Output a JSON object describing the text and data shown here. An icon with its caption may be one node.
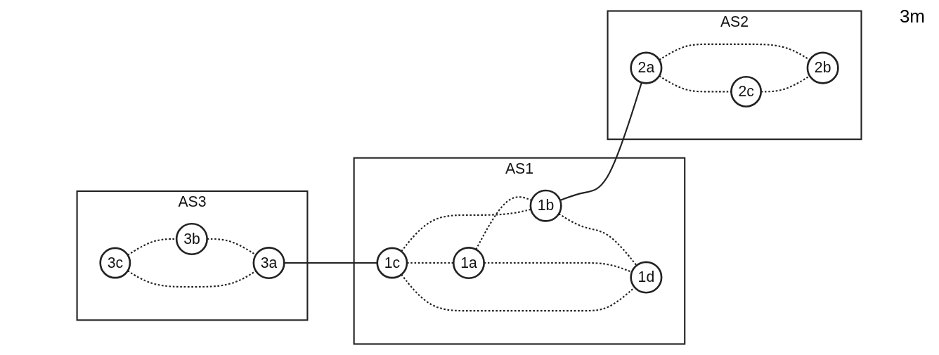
{
  "diagram": {
    "nodes": [
      {
        "text": [
          "AS3"
        ]
      },
      {
        "text": [
          "3c"
        ],
        "in": 0
      },
      {
        "text": [
          "3a"
        ],
        "in": 0
      },
      {
        "text": [
          "3b"
        ],
        "in": 0
      },
      {
        "text": [
          "AS1"
        ]
      },
      {
        "text": [
          "1c"
        ],
        "in": 4
      },
      {
        "text": [
          "1a"
        ],
        "in": 4
      },
      {
        "text": [
          "1b"
        ],
        "in": 4
      },
      {
        "text": [
          "1d"
        ],
        "in": 4
      },
      {
        "text": [
          "AS2"
        ]
      },
      {
        "text": [
          "2a"
        ],
        "in": 9
      },
      {
        "text": [
          "2c"
        ],
        "in": 9
      },
      {
        "text": [
          "2b"
        ],
        "in": 9
      }
    ],
    "edges": [
      {
        "from": 1,
        "to": 2,
        "arrow": "none",
        "style": "dashed"
      },
      {
        "from": 1,
        "to": 3,
        "arrow": "none",
        "style": "dashed"
      },
      {
        "from": 3,
        "to": 2,
        "arrow": "none",
        "style": "dashed"
      },
      {
        "from": 2,
        "to": 5,
        "arrow": "none"
      },
      {
        "from": 5,
        "to": 6,
        "arrow": "none",
        "style": "dashed"
      },
      {
        "from": 5,
        "to": 7,
        "arrow": "none",
        "style": "dashed"
      },
      {
        "from": 5,
        "to": 8,
        "arrow": "none",
        "style": "dashed"
      },
      {
        "from": 6,
        "to": 7,
        "arrow": "none",
        "style": "dashed"
      },
      {
        "from": 6,
        "to": 8,
        "arrow": "none",
        "style": "dashed"
      },
      {
        "from": 7,
        "to": 8,
        "arrow": "none",
        "style": "dashed"
      },
      {
        "from": 7,
        "to": 10,
        "arrow": "none"
      },
      {
        "from": 10,
        "to": 11,
        "arrow": "none",
        "style": "dashed"
      },
      {
        "from": 11,
        "to": 12,
        "arrow": "none",
        "style": "dashed"
      },
      {
        "from": 10,
        "to": 12,
        "arrow": "none",
        "style": "dashed"
      }
    ],
    "labels": [
      "3m"
    ]
  }
}
